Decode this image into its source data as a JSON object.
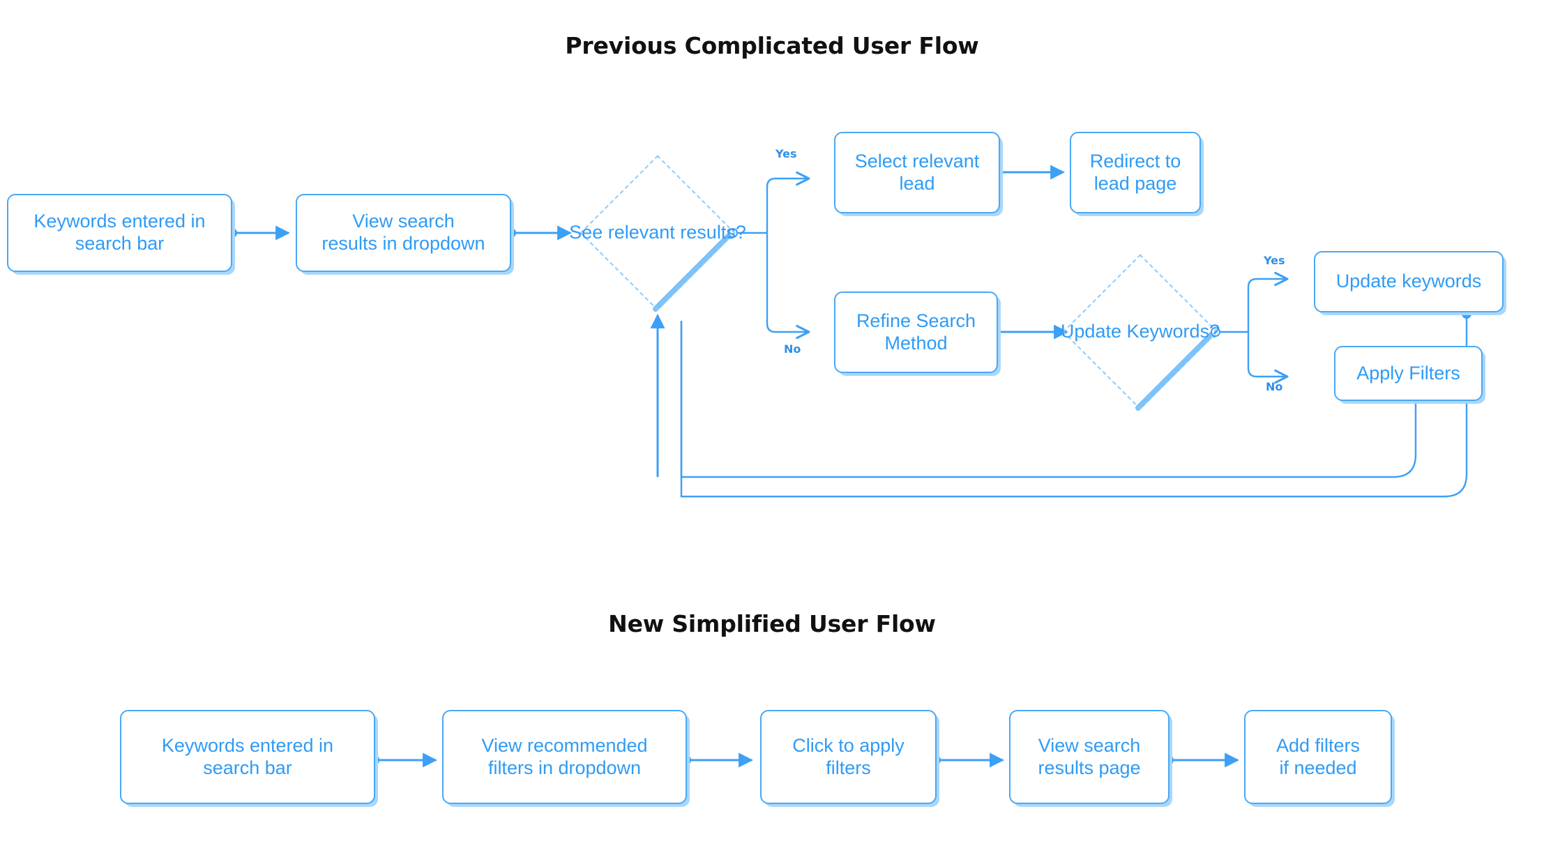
{
  "sections": {
    "previous": {
      "title": "Previous Complicated User Flow"
    },
    "new": {
      "title": "New Simplified User Flow"
    }
  },
  "previous_flow": {
    "nodes": [
      {
        "id": "keywords-entered",
        "type": "process",
        "line1": "Keywords entered in",
        "line2": "search bar"
      },
      {
        "id": "view-search-results",
        "type": "process",
        "line1": "View search",
        "line2": "results in dropdown"
      },
      {
        "id": "see-relevant",
        "type": "decision",
        "line1": "See relevant",
        "line2": "results?"
      },
      {
        "id": "select-lead",
        "type": "process",
        "line1": "Select relevant",
        "line2": "lead"
      },
      {
        "id": "redirect-lead",
        "type": "process",
        "line1": "Redirect to",
        "line2": "lead page"
      },
      {
        "id": "refine-search",
        "type": "process",
        "line1": "Refine Search",
        "line2": "Method"
      },
      {
        "id": "update-keywords-q",
        "type": "decision",
        "line1": "Update",
        "line2": "Keywords?"
      },
      {
        "id": "update-keywords",
        "type": "process",
        "line1": "Update keywords",
        "line2": ""
      },
      {
        "id": "apply-filters",
        "type": "process",
        "line1": "Apply Filters",
        "line2": ""
      }
    ],
    "branch_labels": {
      "see_relevant_yes": "Yes",
      "see_relevant_no": "No",
      "update_keywords_yes": "Yes",
      "update_keywords_no": "No"
    }
  },
  "new_flow": {
    "nodes": [
      {
        "id": "n-keywords-entered",
        "line1": "Keywords entered in",
        "line2": "search bar"
      },
      {
        "id": "n-view-recommended",
        "line1": "View recommended",
        "line2": "filters in dropdown"
      },
      {
        "id": "n-click-apply",
        "line1": "Click to apply",
        "line2": "filters"
      },
      {
        "id": "n-view-results",
        "line1": "View search",
        "line2": "results page"
      },
      {
        "id": "n-add-filters",
        "line1": "Add filters",
        "line2": "if needed"
      }
    ]
  },
  "colors": {
    "node_text": "#2f9bf5",
    "node_border": "#49a8f5",
    "node_shadow": "#a9d7fb",
    "diamond_border": "#8ecbfa",
    "connector": "#3d9ff5",
    "label_text": "#2f8fe8",
    "title_text": "#111111",
    "background": "#ffffff"
  }
}
